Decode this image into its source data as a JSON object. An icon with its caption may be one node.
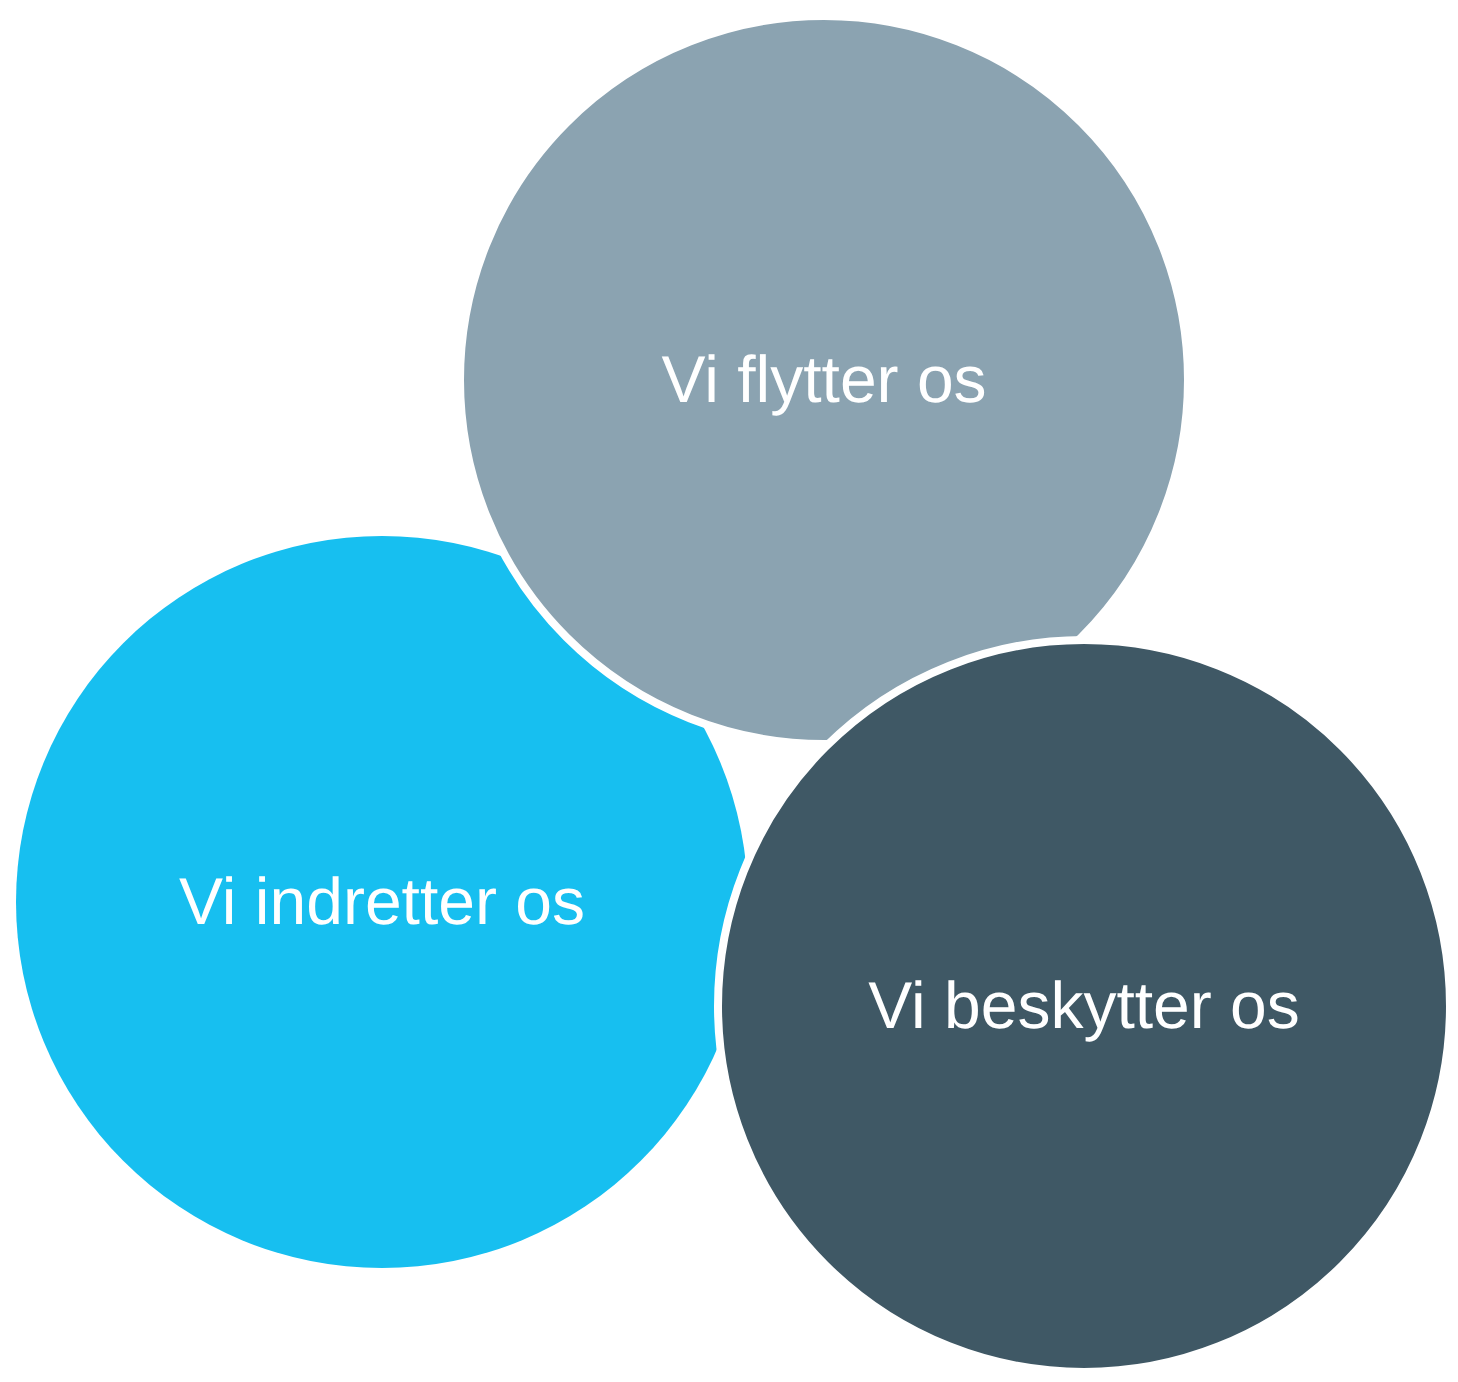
{
  "diagram": {
    "nodes": [
      {
        "text": [
          "Vi flytter os"
        ]
      },
      {
        "text": [
          "Vi indretter os"
        ]
      },
      {
        "text": [
          "Vi beskytter os"
        ]
      }
    ]
  }
}
